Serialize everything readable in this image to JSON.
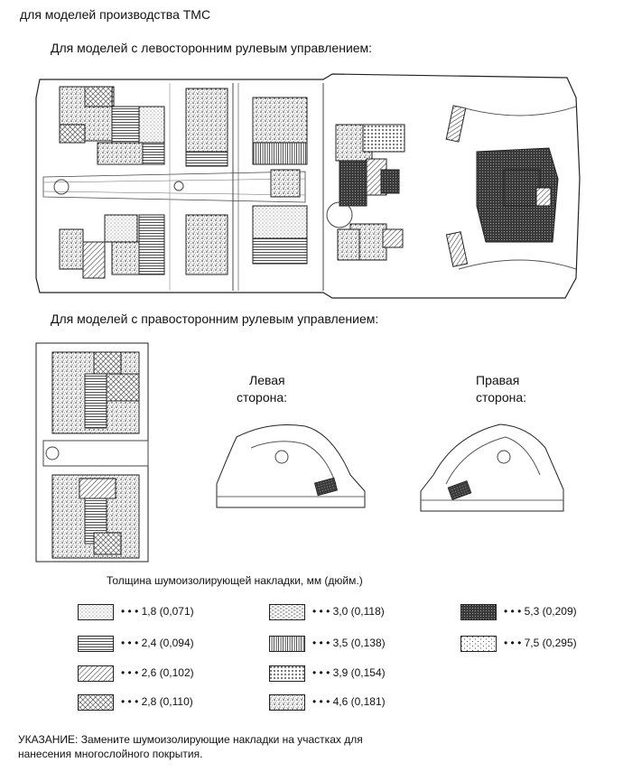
{
  "header": {
    "tmc_models": "для моделей производства TMC",
    "lhd_title": "Для моделей с левосторонним рулевым управлением:",
    "rhd_title": "Для моделей с правосторонним рулевым управлением:"
  },
  "rhd_views": {
    "left_side_line1": "Левая",
    "left_side_line2": "сторона:",
    "right_side_line1": "Правая",
    "right_side_line2": "сторона:"
  },
  "legend": {
    "title": "Толщина шумоизолирующей накладки, мм (дюйм.)",
    "items": [
      {
        "label": "• • • 1,8 (0,071)",
        "pattern": "dots-fine"
      },
      {
        "label": "• • • 2,4 (0,094)",
        "pattern": "hlines"
      },
      {
        "label": "• • • 2,6 (0,102)",
        "pattern": "diag"
      },
      {
        "label": "• • • 2,8 (0,110)",
        "pattern": "cross"
      },
      {
        "label": "• • • 3,0 (0,118)",
        "pattern": "dashes"
      },
      {
        "label": "• • • 3,5 (0,138)",
        "pattern": "vlines"
      },
      {
        "label": "• • • 3,9 (0,154)",
        "pattern": "dots-med"
      },
      {
        "label": "• • • 4,6 (0,181)",
        "pattern": "dots-mix"
      },
      {
        "label": "• • • 5,3 (0,209)",
        "pattern": "dark"
      },
      {
        "label": "• • • 7,5 (0,295)",
        "pattern": "dots-sparse"
      }
    ]
  },
  "note": {
    "line1": "УКАЗАНИЕ: Замените шумоизолирующие накладки на участках для",
    "line2": "нанесения многослойного покрытия."
  }
}
